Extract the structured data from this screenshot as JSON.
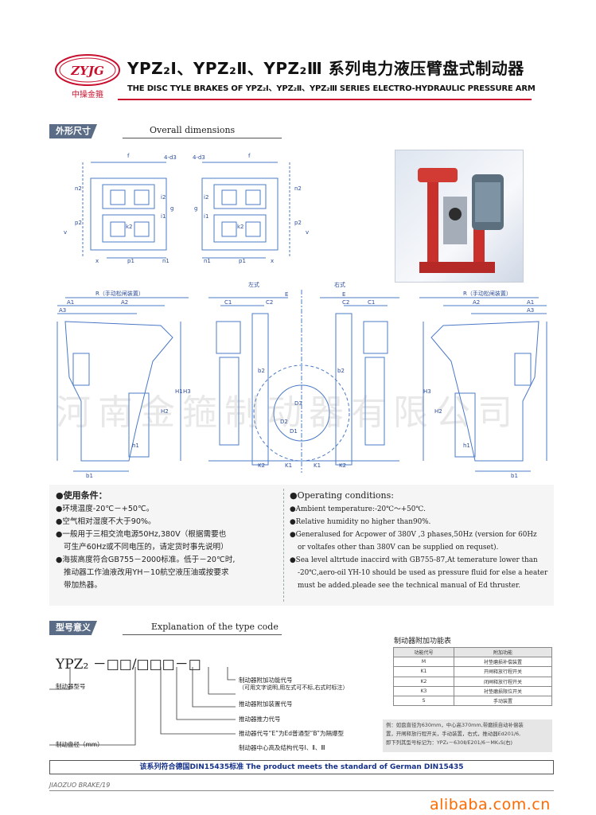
{
  "header": {
    "logo_text": "ZYJG",
    "logo_sub": "中操金箍",
    "title_cn": "YPZ₂Ⅰ、YPZ₂Ⅱ、YPZ₂Ⅲ 系列电力液压臂盘式制动器",
    "title_en": "THE DISC TYLE BRAKES OF YPZ₂Ⅰ、YPZ₂Ⅱ、YPZ₂Ⅲ SERIES ELECTRO-HYDRAULIC PRESSURE ARM"
  },
  "section_dimensions": {
    "tag": "外形尺寸",
    "label": "Overall dimensions"
  },
  "drawing_labels": {
    "top": [
      "f",
      "4-d3",
      "4-d3",
      "f",
      "n2",
      "n2",
      "g",
      "g",
      "i2",
      "i2",
      "i1",
      "i1",
      "k2",
      "k2",
      "v",
      "v",
      "p2",
      "p2",
      "x",
      "p1",
      "n1",
      "n1",
      "p1",
      "x"
    ],
    "left_right": [
      "左式",
      "右式"
    ],
    "bottom": [
      "R（手动松闸装置）",
      "R（手动松闸装置）",
      "A1",
      "A2",
      "A3",
      "A2",
      "A1",
      "A3",
      "C1",
      "C2",
      "E",
      "E",
      "C2",
      "C1",
      "b2",
      "b2",
      "D3",
      "D1",
      "D2",
      "H2",
      "H1",
      "H3",
      "H2",
      "H3",
      "h1",
      "h1",
      "b1",
      "b1",
      "K2",
      "K1",
      "K1",
      "K2"
    ]
  },
  "watermark": "河南金箍制动器有限公司",
  "conditions": {
    "cn_title": "●使用条件：",
    "cn_items": [
      "●环境温度-20℃－+50℃。",
      "●空气相对湿度不大于90%。",
      "●一般用于三相交流电源50Hz,380V（根据需要也",
      "可生产60Hz或不同电压的，请定货时事先说明）",
      "●海拔高度符合GB755－2000标准。低于－20℃时,",
      "推动器工作油液改用YH－10航空液压油或按要求",
      "带加热器。"
    ],
    "en_title": "●Operating conditions:",
    "en_items": [
      "●Ambient temperature:-20℃～+50℃.",
      "●Relative humidity no higher than90%.",
      "●Generalused for Acpower of 380V ,3 phases,50Hz (version for 60Hz",
      "or voltafes other than 380V can be supplied on requset).",
      "●Sea level altrtude inaccird with GB755-87,At temerature lower than",
      "-20℃,aero-oil YH-10 should be used as pressure fluid for else a heater",
      "must be added.pleade see the technical manual of Ed thruster."
    ]
  },
  "section_type": {
    "tag": "型号意义",
    "label": "Explanation of the type code"
  },
  "type_code": {
    "code": "YPZ₂ －□□/□□□－□",
    "labels": [
      "制动器附加功能代号",
      "（可用文字说明,用左式可不标,右式时标注）",
      "推动器附加装置代号",
      "推动器推力代号",
      "推动器代号“E”为Ed普通型“B”为隔爆型",
      "制动器中心高及结构代号Ⅰ、Ⅱ、Ⅲ"
    ],
    "left_label_1": "制动器型号",
    "left_label_2": "制动盘径（mm）"
  },
  "function_table": {
    "title": "制动器附加功能表",
    "headers": [
      "功能代号",
      "附加功能"
    ],
    "rows": [
      [
        "M",
        "衬垫磨损补偿装置"
      ],
      [
        "K1",
        "开闸释放行程开关"
      ],
      [
        "K2",
        "闭闸释放行程开关"
      ],
      [
        "K3",
        "衬垫磨损限位开关"
      ],
      [
        "S",
        "手动装置"
      ]
    ]
  },
  "note": [
    "例：如盘直径为630mm，中心高370mm,带磨损自动补偿装",
    "置，开闸释放行程开关，手动装置，右式，推动器Ed201/6,",
    "即下列其型号标记为：YPZ₂－630Ⅱ/E201/6－MK₁S(右)"
  ],
  "standard": "该系列符合德国DIN15435标准    The product meets the standard of German DIN15435",
  "footer": {
    "left": "JIAOZUO BRAKE/19",
    "right": "alibaba.com.cn"
  }
}
